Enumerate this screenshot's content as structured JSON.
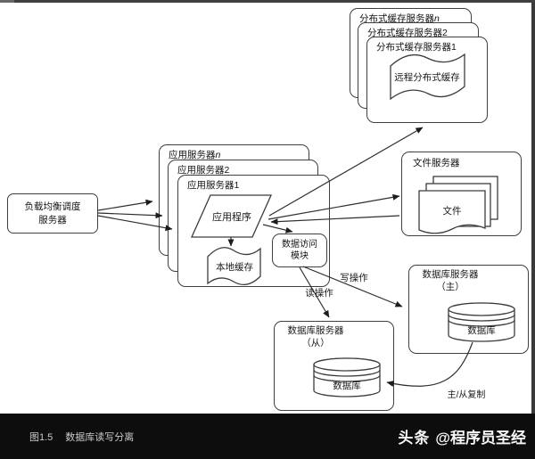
{
  "diagram": {
    "load_balancer": {
      "line1": "负载均衡调度",
      "line2": "服务器"
    },
    "app_servers": [
      {
        "label": "应用服务器",
        "suffix": "n"
      },
      {
        "label": "应用服务器",
        "suffix": "2"
      },
      {
        "label": "应用服务器",
        "suffix": "1"
      }
    ],
    "app_program": "应用程序",
    "local_cache": "本地缓存",
    "data_access_module": {
      "line1": "数据访问",
      "line2": "模块"
    },
    "cache_servers": [
      {
        "label": "分布式缓存服务器",
        "suffix": "n"
      },
      {
        "label": "分布式缓存服务器",
        "suffix": "2"
      },
      {
        "label": "分布式缓存服务器",
        "suffix": "1"
      }
    ],
    "remote_cache": "远程分布式缓存",
    "file_server": {
      "title": "文件服务器",
      "doc_label": "文件"
    },
    "db_master": {
      "title": "数据库服务器",
      "subtitle": "（主）",
      "db_label": "数据库"
    },
    "db_slave": {
      "title": "数据库服务器",
      "subtitle": "（从）",
      "db_label": "数据库"
    },
    "edge_labels": {
      "write": "写操作",
      "read": "读操作",
      "replication": "主/从复制"
    }
  },
  "footer": {
    "figure_label": "图1.5",
    "figure_title": "数据库读写分离",
    "brand": "头条",
    "handle": "@程序员圣经"
  },
  "colors": {
    "line": "#2e2e2e",
    "box_border": "#3f3f3f",
    "footer_bg": "#0d0d0d",
    "canvas_bg": "#ffffff"
  }
}
